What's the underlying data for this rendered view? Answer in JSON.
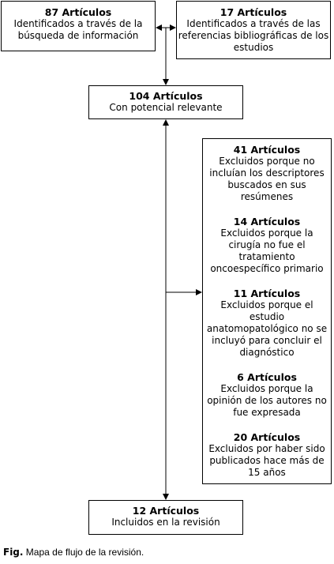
{
  "boxes": {
    "search": {
      "title": "87 Artículos",
      "lines": [
        "Identificados a través de la",
        "búsqueda de información"
      ]
    },
    "references": {
      "title": "17 Artículos",
      "lines": [
        "Identificados a través de las",
        "referencias bibliográficas de los",
        "estudios"
      ]
    },
    "potential": {
      "title": "104 Artículos",
      "lines": [
        "Con potencial relevante"
      ]
    },
    "included": {
      "title": "12 Artículos",
      "lines": [
        "Incluidos en la revisión"
      ]
    }
  },
  "excluded": [
    {
      "title": "41 Artículos",
      "lines": [
        "Excluidos porque no",
        "incluían los descriptores",
        "buscados en sus",
        "resúmenes"
      ]
    },
    {
      "title": "14 Artículos",
      "lines": [
        "Excluidos porque la",
        "cirugía no fue el",
        "tratamiento",
        "oncoespecífico primario"
      ]
    },
    {
      "title": "11 Artículos",
      "lines": [
        "Excluidos porque el",
        "estudio",
        "anatomopatológico no se",
        "incluyó para concluir el",
        "diagnóstico"
      ]
    },
    {
      "title": "6 Artículos",
      "lines": [
        "Excluidos porque la",
        "opinión de los autores no",
        "fue expresada"
      ]
    },
    {
      "title": "20 Artículos",
      "lines": [
        "Excluidos por haber sido",
        "publicados hace más de",
        "15 años"
      ]
    }
  ],
  "caption": {
    "label": "Fig.",
    "text": " Mapa de flujo de la revisión."
  }
}
